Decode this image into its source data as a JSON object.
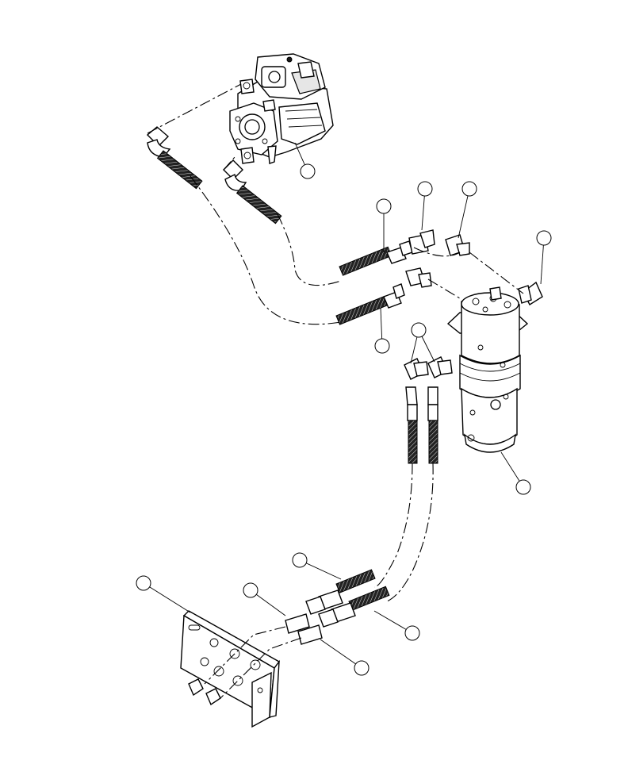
{
  "diagram": {
    "balloons": [
      {
        "id": "pump-callout",
        "label": ""
      },
      {
        "id": "hose-upper-callout",
        "label": ""
      },
      {
        "id": "elbow-a-callout",
        "label": ""
      },
      {
        "id": "elbow-b-callout",
        "label": ""
      },
      {
        "id": "elbow-swivel-callout",
        "label": ""
      },
      {
        "id": "hose-lower-callout",
        "label": ""
      },
      {
        "id": "swivel-elbows-callout",
        "label": ""
      },
      {
        "id": "swivel-joint-callout",
        "label": ""
      },
      {
        "id": "bulkhead-hose-upper-callout",
        "label": ""
      },
      {
        "id": "bracket-callout",
        "label": ""
      },
      {
        "id": "bulkhead-fitting-callout",
        "label": ""
      },
      {
        "id": "bulkhead-hose-lower-callout",
        "label": ""
      },
      {
        "id": "bulkhead-fitting-lower-callout",
        "label": ""
      }
    ]
  }
}
